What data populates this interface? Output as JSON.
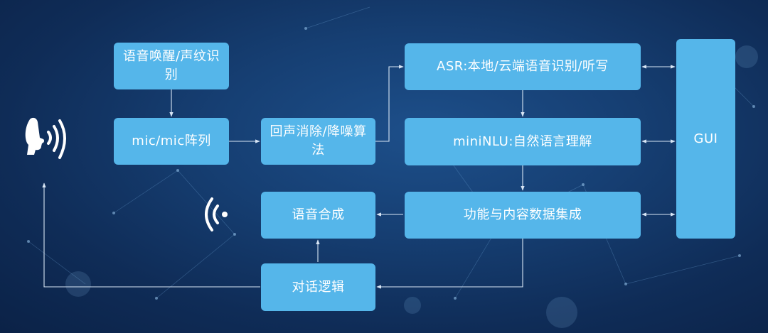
{
  "nodes": {
    "wake": "语音唤醒/声纹识别",
    "mic": "mic/mic阵列",
    "echo": "回声消除/降噪算法",
    "asr": "ASR:本地/云端语音识别/听写",
    "nlu": "miniNLU:自然语言理解",
    "func": "功能与内容数据集成",
    "tts": "语音合成",
    "dialog": "对话逻辑",
    "gui": "GUI"
  },
  "colors": {
    "node_fill": "#55b6ea",
    "line": "#d8e6f5",
    "text": "#ffffff"
  },
  "icons": {
    "speaker_head": "speaking-head-icon",
    "sound_out": "sound-wave-icon"
  }
}
